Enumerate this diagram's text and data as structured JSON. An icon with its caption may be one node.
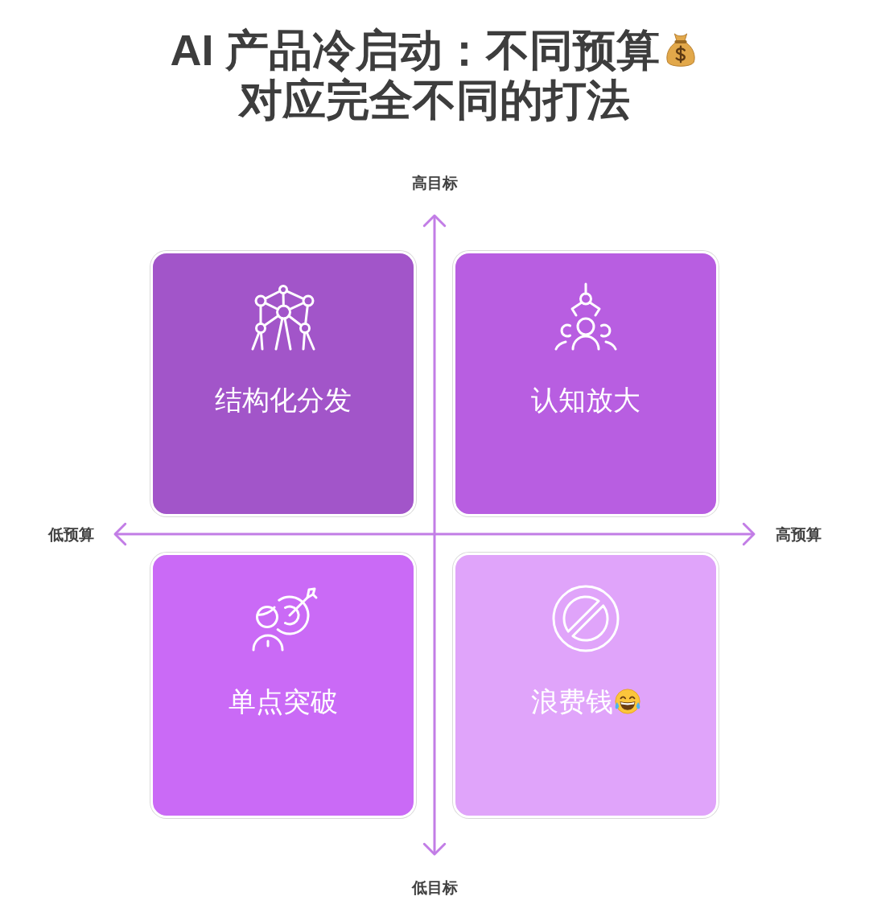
{
  "diagram": {
    "title": "AI 产品冷启动：不同预算对应完全不同的打法",
    "nodes": [
      {
        "text": [
          "结构化分发"
        ]
      },
      {
        "text": [
          "认知放大"
        ]
      },
      {
        "text": [
          "单点突破"
        ]
      },
      {
        "text": [
          "浪费钱"
        ]
      }
    ],
    "labels": [
      "高目标",
      "低预算",
      "高预算",
      "低目标"
    ]
  }
}
